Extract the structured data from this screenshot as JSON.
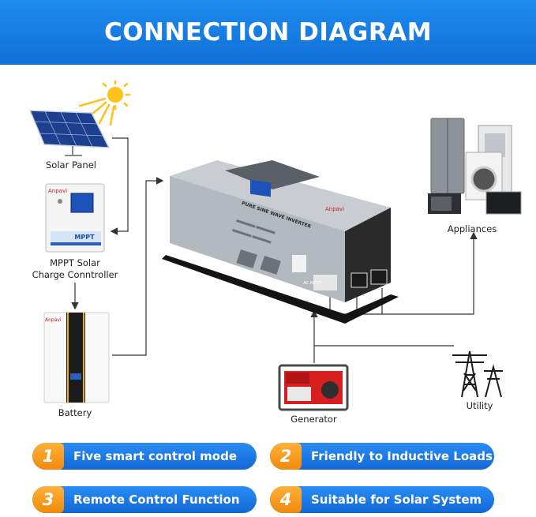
{
  "header": {
    "title": "CONNECTION DIAGRAM"
  },
  "components": {
    "solar_panel": "Solar Panel",
    "mppt_line1": "MPPT Solar",
    "mppt_line2": "Charge Conntroller",
    "battery": "Battery",
    "appliances": "Appliances",
    "generator": "Generator",
    "utility": "Utility"
  },
  "product_markings": {
    "controller_brand": "Anpavi",
    "controller_badge": "MPPT",
    "inverter_badge": "Anpavi",
    "inverter_panel_text": "PURE SINE WAVE INVERTER",
    "inverter_input": "AC INPUT",
    "battery_brand": "Anpavi"
  },
  "features": [
    {
      "number": "1",
      "label": "Five smart control mode"
    },
    {
      "number": "2",
      "label": "Friendly to Inductive Loads"
    },
    {
      "number": "3",
      "label": "Remote Control Function"
    },
    {
      "number": "4",
      "label": "Suitable for Solar System"
    }
  ],
  "colors": {
    "banner": "#1479e0",
    "accent": "#f39212",
    "wire": "#333333",
    "sun": "#ffc21a"
  }
}
